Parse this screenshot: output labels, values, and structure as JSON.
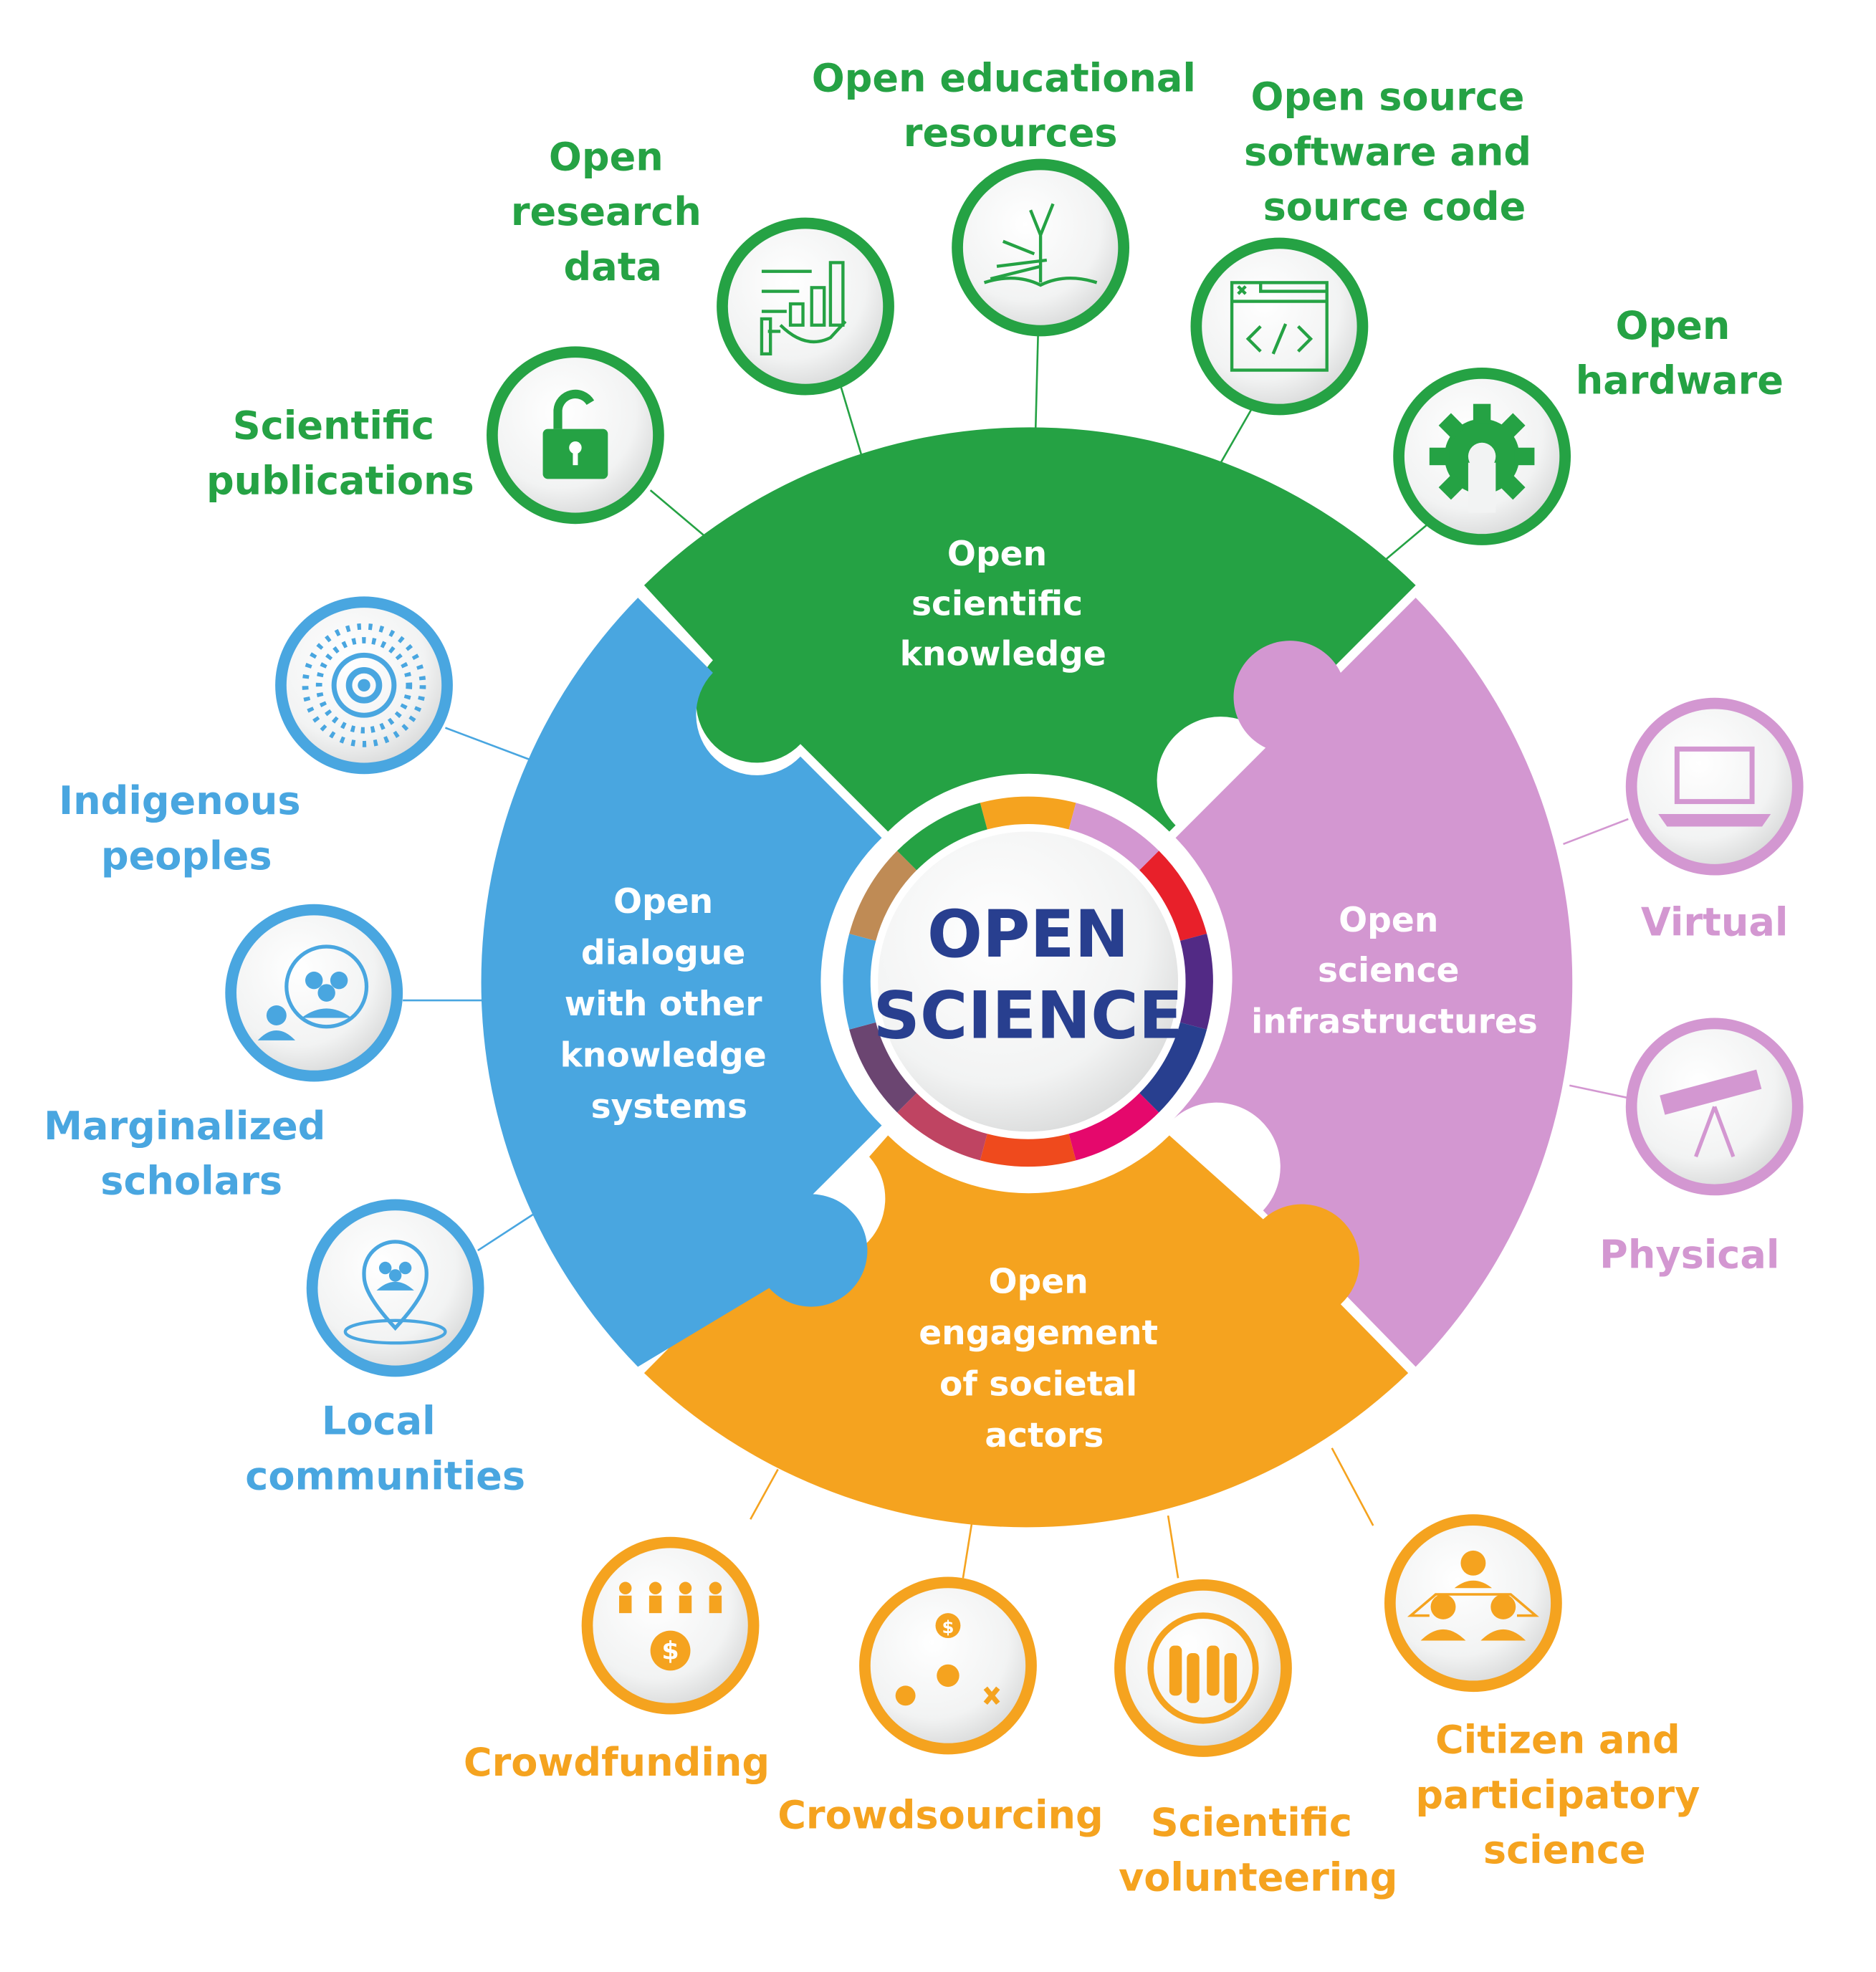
{
  "center": {
    "line1": "OPEN",
    "line2": "SCIENCE",
    "color": "#283f8f"
  },
  "colors": {
    "green": "#25a244",
    "blue": "#49a6e0",
    "purple": "#d397d1",
    "orange": "#f5a31f"
  },
  "segments": {
    "knowledge": {
      "lines": [
        "Open",
        "scientific",
        "knowledge"
      ]
    },
    "dialogue": {
      "lines": [
        "Open",
        "dialogue",
        "with other",
        "knowledge",
        "systems"
      ]
    },
    "infrastructures": {
      "lines": [
        "Open",
        "science",
        "infrastructures"
      ]
    },
    "engagement": {
      "lines": [
        "Open",
        "engagement",
        "of societal",
        "actors"
      ]
    }
  },
  "items": {
    "publications": {
      "lines": [
        "Scientific",
        "publications"
      ],
      "icon": "unlocked-padlock-icon"
    },
    "research_data": {
      "lines": [
        "Open",
        "research",
        "data"
      ],
      "icon": "data-chart-hand-icon"
    },
    "educational": {
      "lines": [
        "Open educational",
        "resources"
      ],
      "icon": "open-book-plant-icon"
    },
    "software": {
      "lines": [
        "Open source",
        "software and",
        "source code"
      ],
      "icon": "code-window-icon"
    },
    "hardware": {
      "lines": [
        "Open",
        "hardware"
      ],
      "icon": "open-hardware-gear-icon"
    },
    "indigenous": {
      "lines": [
        "Indigenous",
        "peoples"
      ],
      "icon": "dot-circles-icon"
    },
    "marginalized": {
      "lines": [
        "Marginalized",
        "scholars"
      ],
      "icon": "graduates-group-icon"
    },
    "local": {
      "lines": [
        "Local",
        "communities"
      ],
      "icon": "location-people-icon"
    },
    "virtual": {
      "lines": [
        "Virtual"
      ],
      "icon": "laptop-icon"
    },
    "physical": {
      "lines": [
        "Physical"
      ],
      "icon": "telescope-icon"
    },
    "crowdfunding": {
      "lines": [
        "Crowdfunding"
      ],
      "icon": "crowd-money-gear-icon"
    },
    "crowdsourcing": {
      "lines": [
        "Crowdsourcing"
      ],
      "icon": "ideas-gear-tools-icon"
    },
    "volunteering": {
      "lines": [
        "Scientific",
        "volunteering"
      ],
      "icon": "raised-hands-icon"
    },
    "citizen": {
      "lines": [
        "Citizen and",
        "participatory",
        "science"
      ],
      "icon": "group-meeting-icon"
    }
  }
}
